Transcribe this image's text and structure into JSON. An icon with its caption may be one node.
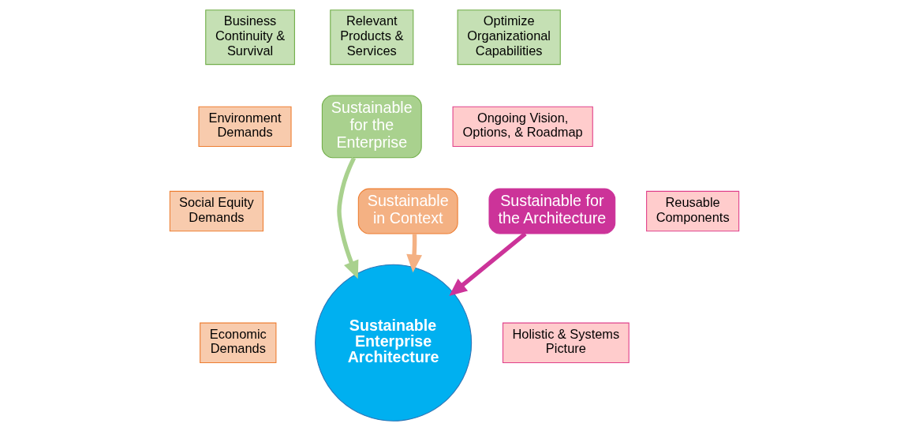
{
  "diagram": {
    "nodes": [
      {
        "text": [
          "Business Continuity & Survival"
        ]
      },
      {
        "text": [
          "Relevant Products & Services"
        ]
      },
      {
        "text": [
          "Optimize Organizational Capabilities"
        ]
      },
      {
        "text": [
          "Sustainable for the Enterprise"
        ]
      },
      {
        "text": [
          "Environment Demands"
        ]
      },
      {
        "text": [
          "Ongoing Vision, Options, & Roadmap"
        ]
      },
      {
        "text": [
          "Sustainable in Context"
        ]
      },
      {
        "text": [
          "Social Equity Demands"
        ]
      },
      {
        "text": [
          "Sustainable for the Architecture"
        ]
      },
      {
        "text": [
          "Reusable Components"
        ]
      },
      {
        "text": [
          "Economic Demands"
        ]
      },
      {
        "text": [
          "Holistic & Systems Picture"
        ]
      },
      {
        "text": [
          "Sustainable Enterprise Architecture"
        ]
      }
    ],
    "edges": [
      {
        "from": 3,
        "to": 12,
        "arrow": "to",
        "color": "#a9d18e"
      },
      {
        "from": 6,
        "to": 12,
        "arrow": "to",
        "color": "#f4b183"
      },
      {
        "from": 8,
        "to": 12,
        "arrow": "to",
        "color": "#cc3399"
      }
    ]
  }
}
